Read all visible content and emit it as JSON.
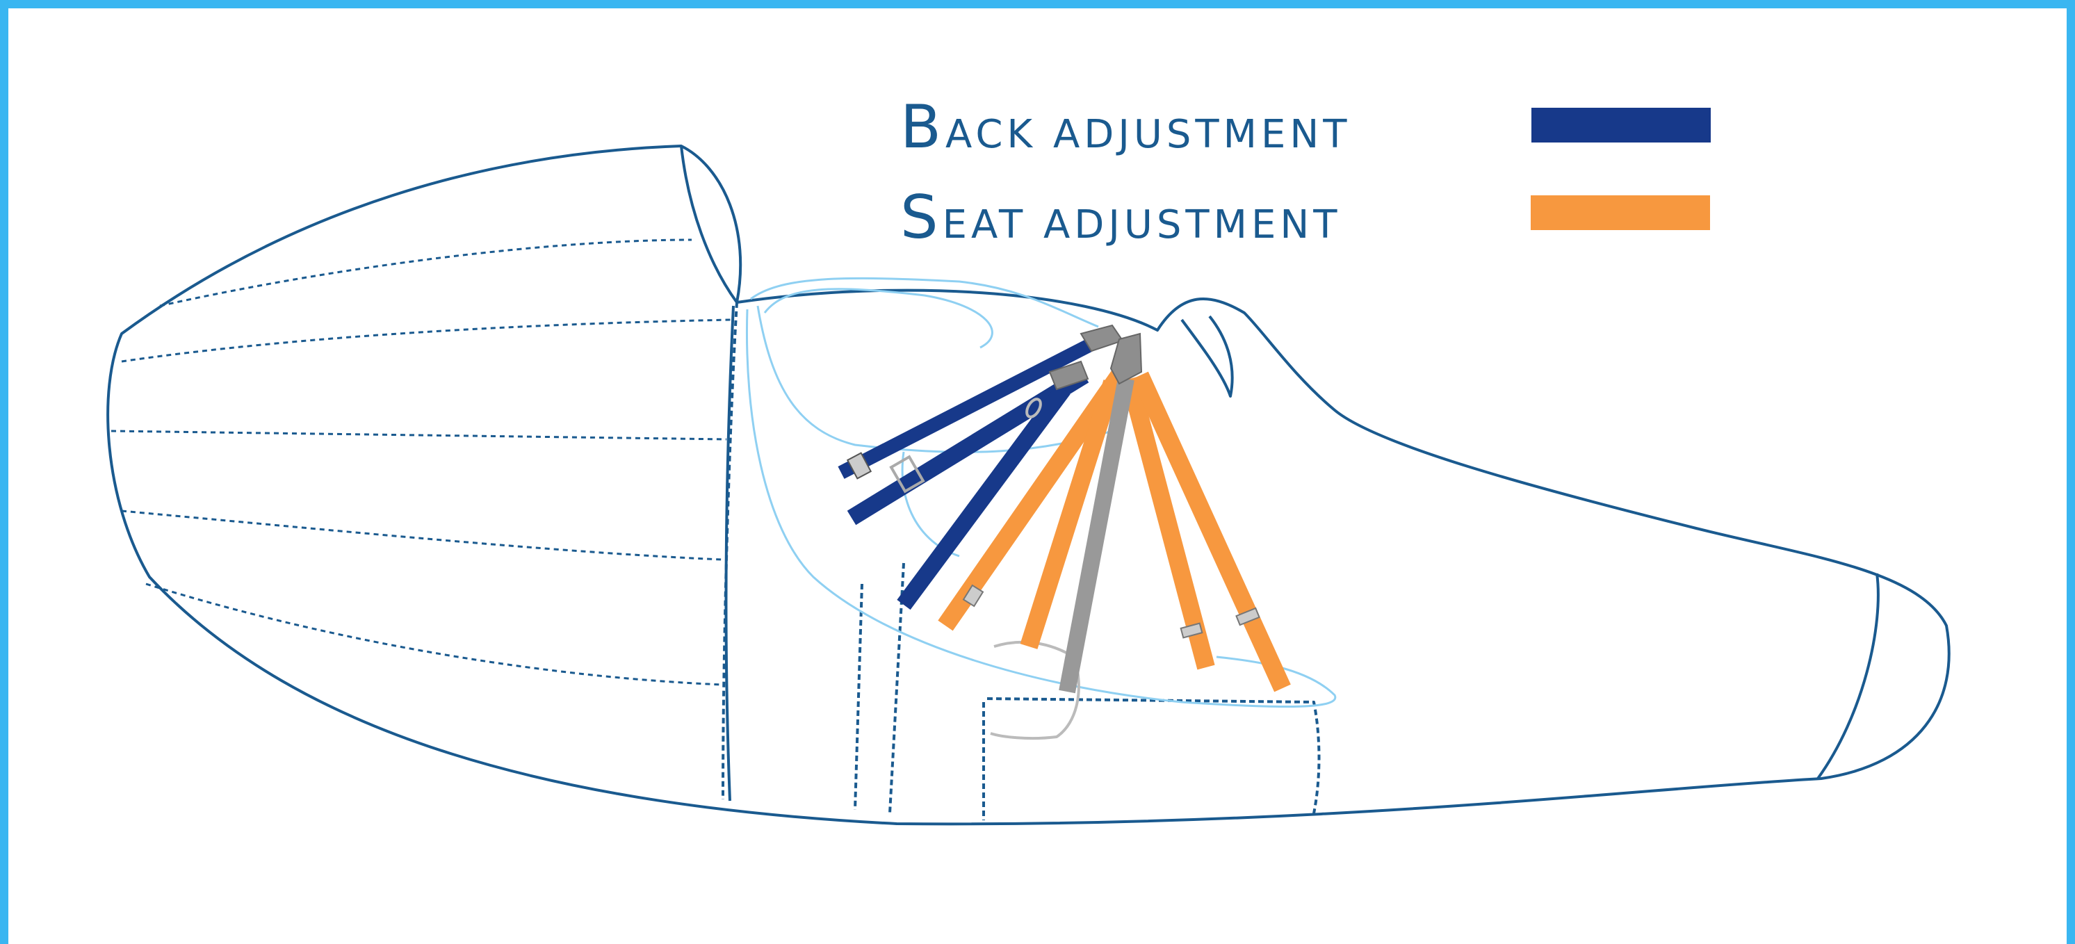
{
  "legend": {
    "items": [
      {
        "first": "B",
        "rest": "ack adjustment",
        "color": "#17398a"
      },
      {
        "first": "S",
        "rest": "eat adjustment",
        "color": "#f7983f"
      }
    ]
  },
  "colors": {
    "frame": "#3ab6f1",
    "outline": "#1a5a8f",
    "inner_outline": "#8fd0f2",
    "back_strap": "#17398a",
    "seat_strap": "#f7983f",
    "center_strap": "#999999"
  }
}
